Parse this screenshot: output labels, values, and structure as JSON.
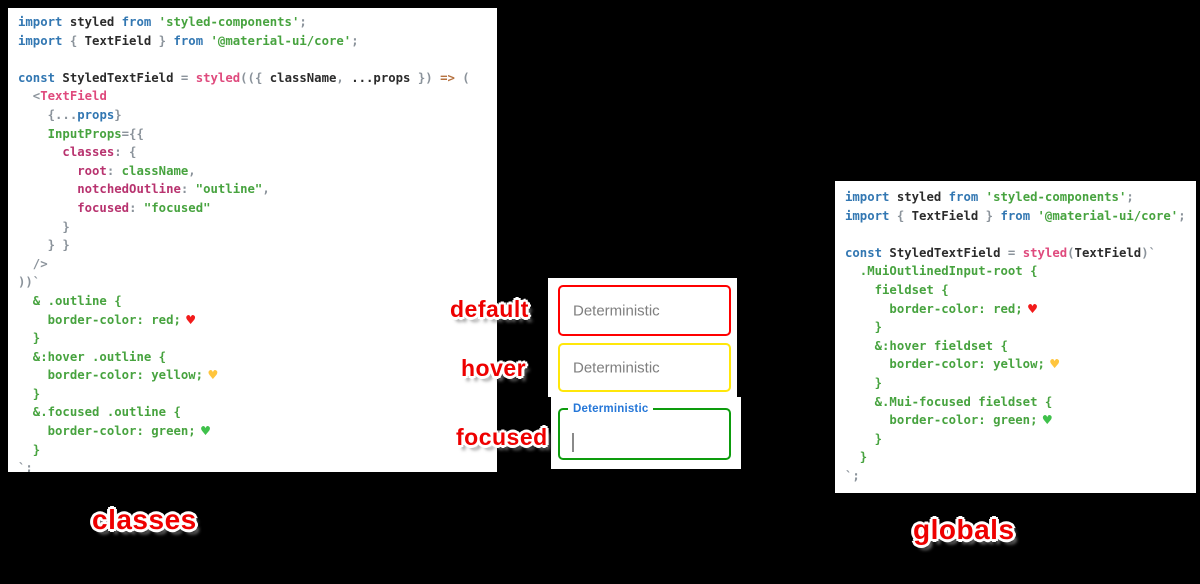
{
  "captions": {
    "classes": "classes",
    "globals": "globals",
    "state_default": "default",
    "state_hover": "hover",
    "state_focused": "focused"
  },
  "textfields": {
    "default_state": {
      "placeholder": "Deterministic",
      "border": "#ff0000"
    },
    "hover_state": {
      "placeholder": "Deterministic",
      "border": "#ffe70a"
    },
    "focused_state": {
      "label": "Deterministic",
      "border": "#0d9c0d",
      "label_color": "#2577d8"
    }
  },
  "colors": {
    "background": "#000000",
    "code_background": "#ffffff",
    "sticker_red": "#ee0000",
    "keyword_blue": "#3277b2",
    "string_green": "#47a33f",
    "magenta": "#b8336f",
    "pink": "#df4a7d",
    "punctuation_gray": "#8b939b",
    "heart_red": "#f21b1b",
    "heart_yellow": "#ffc53d",
    "heart_green": "#3fc14b"
  },
  "left_code": {
    "lines": [
      [
        {
          "t": "import",
          "c": "kw"
        },
        {
          "t": " styled",
          "c": "id"
        },
        {
          "t": " from",
          "c": "kw"
        },
        {
          "t": " 'styled-components'",
          "c": "str"
        },
        {
          "t": ";",
          "c": "pn"
        }
      ],
      [
        {
          "t": "import",
          "c": "kw"
        },
        {
          "t": " {",
          "c": "pn"
        },
        {
          "t": " TextField",
          "c": "id"
        },
        {
          "t": " }",
          "c": "pn"
        },
        {
          "t": " from",
          "c": "kw"
        },
        {
          "t": " '@material-ui/core'",
          "c": "str"
        },
        {
          "t": ";",
          "c": "pn"
        }
      ],
      [],
      [
        {
          "t": "const",
          "c": "kw"
        },
        {
          "t": " StyledTextField",
          "c": "id"
        },
        {
          "t": " =",
          "c": "pn"
        },
        {
          "t": " styled",
          "c": "fn"
        },
        {
          "t": "(({",
          "c": "pn"
        },
        {
          "t": " className",
          "c": "id"
        },
        {
          "t": ",",
          "c": "pn"
        },
        {
          "t": " ...props",
          "c": "id"
        },
        {
          "t": " })",
          "c": "pn"
        },
        {
          "t": " =>",
          "c": "ar"
        },
        {
          "t": " (",
          "c": "pn"
        }
      ],
      [
        {
          "t": "  <",
          "c": "pn"
        },
        {
          "t": "TextField",
          "c": "tag"
        }
      ],
      [
        {
          "t": "    {",
          "c": "pn"
        },
        {
          "t": "...",
          "c": "pn"
        },
        {
          "t": "props",
          "c": "bl"
        },
        {
          "t": "}",
          "c": "pn"
        }
      ],
      [
        {
          "t": "    InputProps",
          "c": "css"
        },
        {
          "t": "={{",
          "c": "pn"
        }
      ],
      [
        {
          "t": "      classes",
          "c": "prop"
        },
        {
          "t": ": {",
          "c": "pn"
        }
      ],
      [
        {
          "t": "        root",
          "c": "prop"
        },
        {
          "t": ":",
          "c": "pn"
        },
        {
          "t": " className",
          "c": "str"
        },
        {
          "t": ",",
          "c": "pn"
        }
      ],
      [
        {
          "t": "        notchedOutline",
          "c": "prop"
        },
        {
          "t": ":",
          "c": "pn"
        },
        {
          "t": " \"outline\"",
          "c": "str"
        },
        {
          "t": ",",
          "c": "pn"
        }
      ],
      [
        {
          "t": "        focused",
          "c": "prop"
        },
        {
          "t": ":",
          "c": "pn"
        },
        {
          "t": " \"focused\"",
          "c": "str"
        }
      ],
      [
        {
          "t": "      }",
          "c": "pn"
        }
      ],
      [
        {
          "t": "    } }",
          "c": "pn"
        }
      ],
      [
        {
          "t": "  />",
          "c": "pn"
        }
      ],
      [
        {
          "t": "))`",
          "c": "pn"
        }
      ],
      [
        {
          "t": "  & .outline {",
          "c": "css"
        }
      ],
      [
        {
          "t": "    border-color: red;",
          "c": "css"
        },
        {
          "t": " ♥",
          "c": "hr"
        }
      ],
      [
        {
          "t": "  }",
          "c": "css"
        }
      ],
      [
        {
          "t": "  &:hover .outline {",
          "c": "css"
        }
      ],
      [
        {
          "t": "    border-color: yellow;",
          "c": "css"
        },
        {
          "t": " ♥",
          "c": "hy"
        }
      ],
      [
        {
          "t": "  }",
          "c": "css"
        }
      ],
      [
        {
          "t": "  &.focused .outline {",
          "c": "css"
        }
      ],
      [
        {
          "t": "    border-color: green;",
          "c": "css"
        },
        {
          "t": " ♥",
          "c": "hg"
        }
      ],
      [
        {
          "t": "  }",
          "c": "css"
        }
      ],
      [
        {
          "t": "`;",
          "c": "pn"
        }
      ]
    ]
  },
  "right_code": {
    "lines": [
      [
        {
          "t": "import",
          "c": "kw"
        },
        {
          "t": " styled",
          "c": "id"
        },
        {
          "t": " from",
          "c": "kw"
        },
        {
          "t": " 'styled-components'",
          "c": "str"
        },
        {
          "t": ";",
          "c": "pn"
        }
      ],
      [
        {
          "t": "import",
          "c": "kw"
        },
        {
          "t": " {",
          "c": "pn"
        },
        {
          "t": " TextField",
          "c": "id"
        },
        {
          "t": " }",
          "c": "pn"
        },
        {
          "t": " from",
          "c": "kw"
        },
        {
          "t": " '@material-ui/core'",
          "c": "str"
        },
        {
          "t": ";",
          "c": "pn"
        }
      ],
      [],
      [
        {
          "t": "const",
          "c": "kw"
        },
        {
          "t": " StyledTextField",
          "c": "id"
        },
        {
          "t": " =",
          "c": "pn"
        },
        {
          "t": " styled",
          "c": "fn"
        },
        {
          "t": "(",
          "c": "pn"
        },
        {
          "t": "TextField",
          "c": "id"
        },
        {
          "t": ")`",
          "c": "pn"
        }
      ],
      [
        {
          "t": "  .MuiOutlinedInput-root {",
          "c": "css"
        }
      ],
      [
        {
          "t": "    fieldset {",
          "c": "css"
        }
      ],
      [
        {
          "t": "      border-color: red;",
          "c": "css"
        },
        {
          "t": " ♥",
          "c": "hr"
        }
      ],
      [
        {
          "t": "    }",
          "c": "css"
        }
      ],
      [
        {
          "t": "    &:hover fieldset {",
          "c": "css"
        }
      ],
      [
        {
          "t": "      border-color: yellow;",
          "c": "css"
        },
        {
          "t": " ♥",
          "c": "hy"
        }
      ],
      [
        {
          "t": "    }",
          "c": "css"
        }
      ],
      [
        {
          "t": "    &.Mui-focused fieldset {",
          "c": "css"
        }
      ],
      [
        {
          "t": "      border-color: green;",
          "c": "css"
        },
        {
          "t": " ♥",
          "c": "hg"
        }
      ],
      [
        {
          "t": "    }",
          "c": "css"
        }
      ],
      [
        {
          "t": "  }",
          "c": "css"
        }
      ],
      [
        {
          "t": "`;",
          "c": "pn"
        }
      ]
    ]
  }
}
